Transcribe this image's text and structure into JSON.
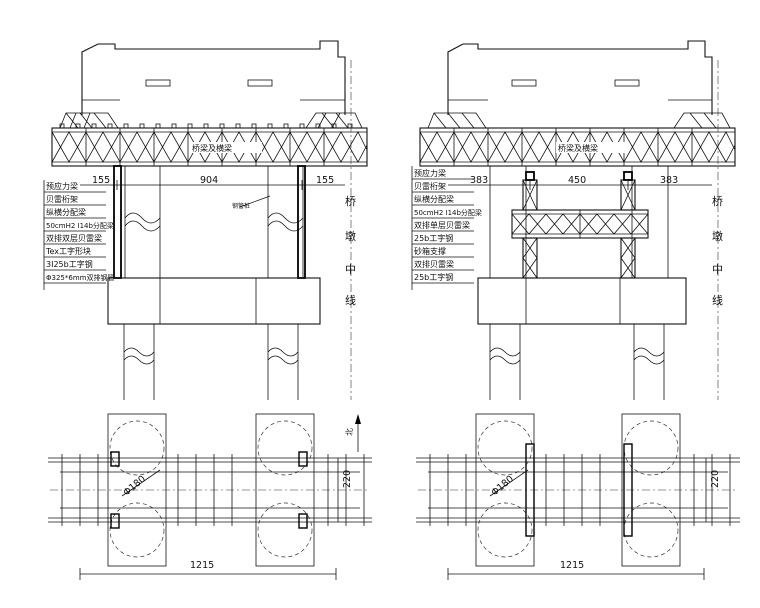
{
  "left": {
    "beam_label": "桥梁及横梁",
    "dims_top": [
      "155",
      "904",
      "155"
    ],
    "note": "钢管桩",
    "labels": [
      "预应力梁",
      "贝雷桁架",
      "纵横分配梁",
      "50cmH2 I14b分配梁",
      "双排双层贝雷梁",
      "Tex工字形块",
      "3I25b工字钢",
      "Φ325*6mm双排钢管"
    ],
    "vert_text": [
      "桥",
      "墩",
      "中",
      "线"
    ],
    "dia": "Φ180",
    "width": "220",
    "bottom_dim": "1215"
  },
  "right": {
    "beam_label": "桥梁及横梁",
    "dims_top": [
      "383",
      "450",
      "383"
    ],
    "labels": [
      "预应力梁",
      "贝雷桁架",
      "纵横分配梁",
      "50cmH2 I14b分配梁",
      "双排单层贝雷梁",
      "25b工字钢",
      "砂箱支撑",
      "双排贝雷梁",
      "25b工字钢"
    ],
    "vert_text": [
      "桥",
      "墩",
      "中",
      "线"
    ],
    "dia": "Φ180",
    "width": "220",
    "bottom_dim": "1215"
  },
  "north_label": "北"
}
